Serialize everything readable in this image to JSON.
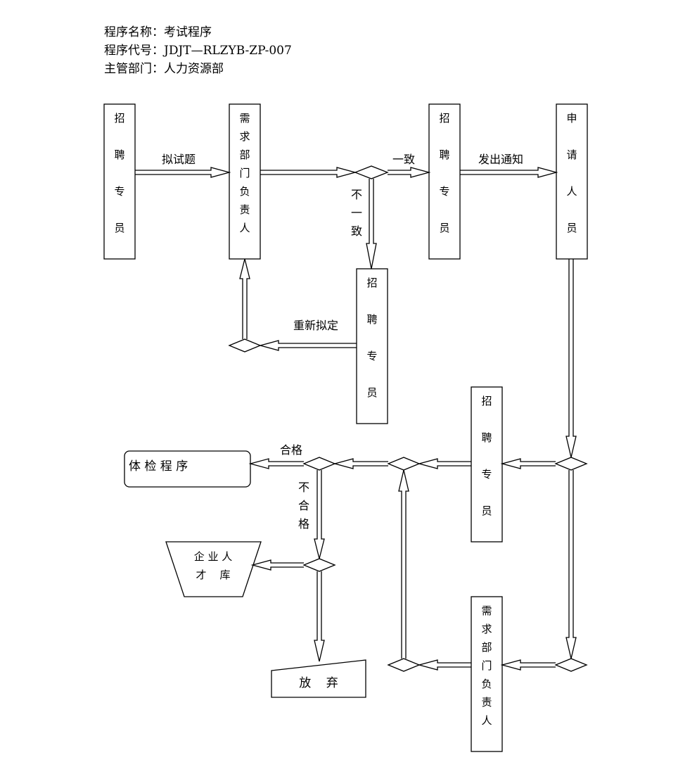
{
  "header": {
    "name_line": "程序名称：考试程序",
    "code_line": "程序代号：JDJT—RLZYB-ZP-007",
    "dept_line": "主管部门：人力资源部"
  },
  "boxes": {
    "recruiter_1": [
      "招",
      "聘",
      "专",
      "员"
    ],
    "dept_head_1": [
      "需",
      "求",
      "部",
      "门",
      "负",
      "责",
      "人"
    ],
    "recruiter_2": [
      "招",
      "聘",
      "专",
      "员"
    ],
    "applicant": [
      "申",
      "请",
      "人",
      "员"
    ],
    "recruiter_3": [
      "招",
      "聘",
      "专",
      "员"
    ],
    "recruiter_4": [
      "招",
      "聘",
      "专",
      "员"
    ],
    "dept_head_2": [
      "需",
      "求",
      "部",
      "门",
      "负",
      "责",
      "人"
    ]
  },
  "labels": {
    "draft_questions": "拟试题",
    "consistent": "一致",
    "inconsistent": [
      "不",
      "一",
      "致"
    ],
    "send_notice": "发出通知",
    "redraft": "重新拟定",
    "qualified": "合格",
    "unqualified": [
      "不",
      "合",
      "格"
    ]
  },
  "terminals": {
    "physical_exam": "体 检 程 序",
    "talent_pool": [
      "企 业 人",
      "才    库"
    ],
    "give_up": "放    弃"
  }
}
